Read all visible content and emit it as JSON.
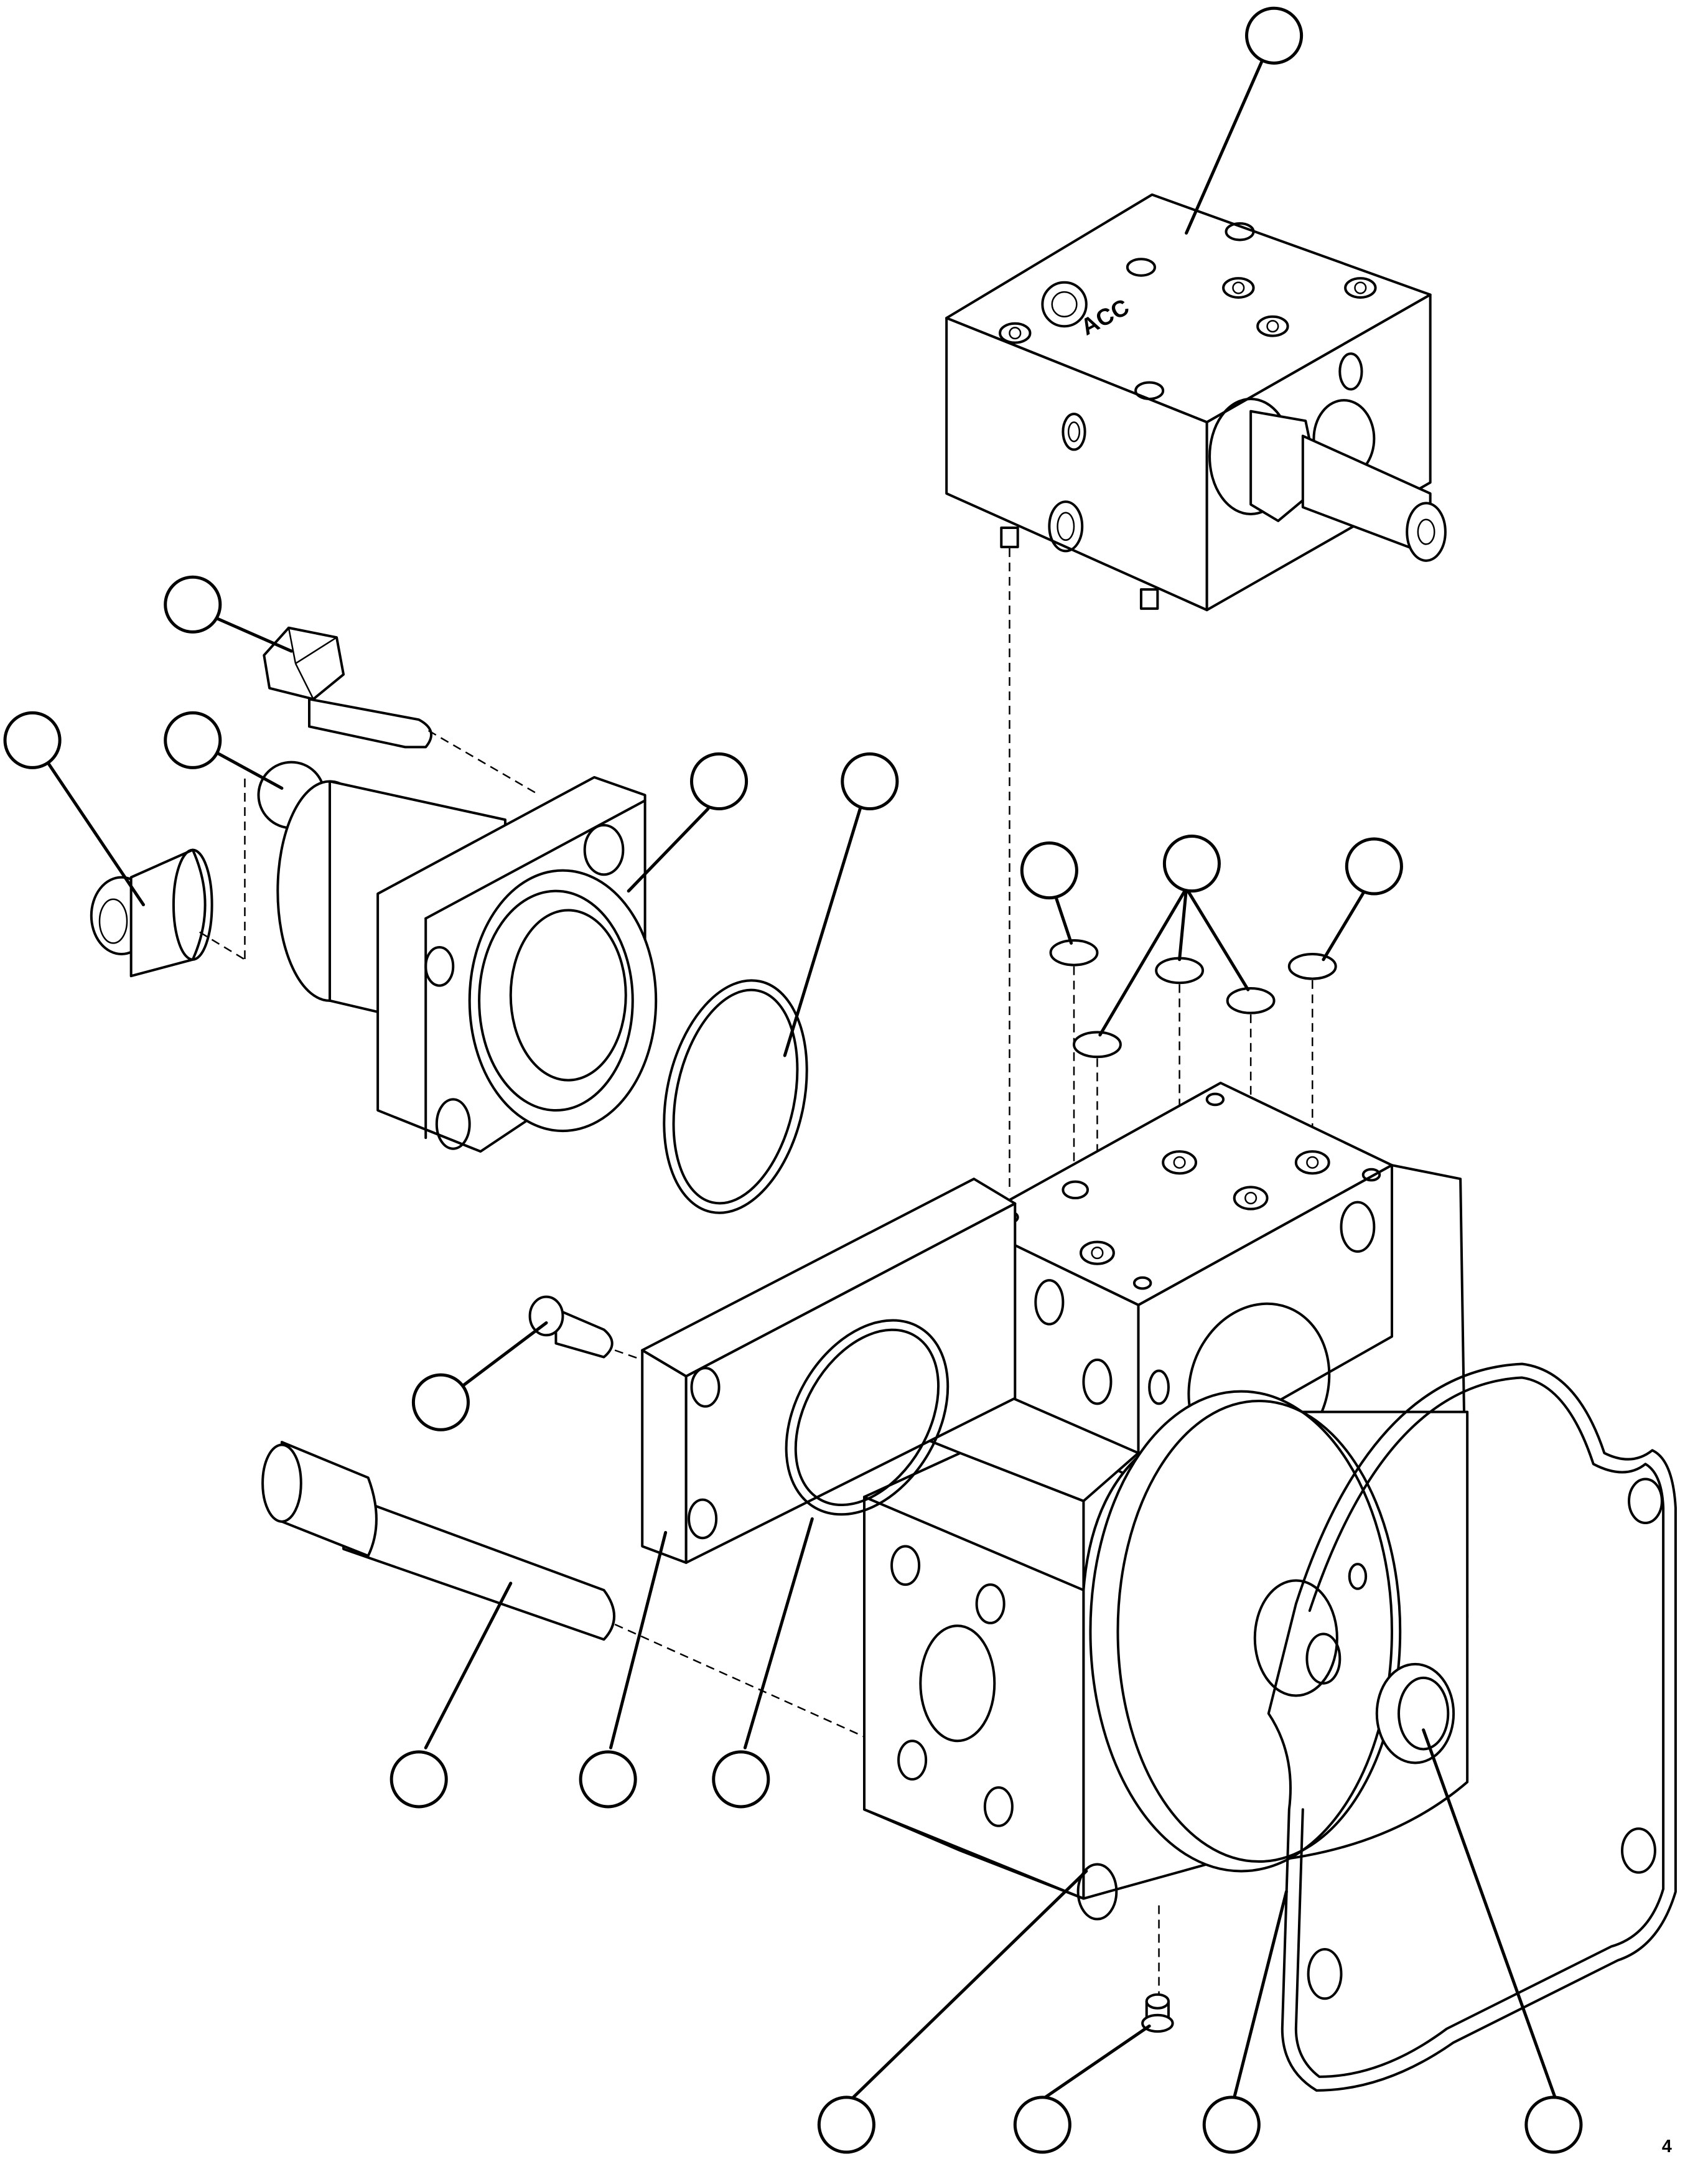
{
  "block_marking": "ACC",
  "sheet_code": "4",
  "callouts": [
    {
      "id": "callout-top-valve-block"
    },
    {
      "id": "callout-fitting-bolt"
    },
    {
      "id": "callout-plug"
    },
    {
      "id": "callout-small-oring"
    },
    {
      "id": "callout-flange-adapter"
    },
    {
      "id": "callout-large-oring"
    },
    {
      "id": "callout-seal-left"
    },
    {
      "id": "callout-seal-center"
    },
    {
      "id": "callout-seal-right"
    },
    {
      "id": "callout-capscrew"
    },
    {
      "id": "callout-pin"
    },
    {
      "id": "callout-plate"
    },
    {
      "id": "callout-body-oring"
    },
    {
      "id": "callout-pump-housing"
    },
    {
      "id": "callout-drain-plug"
    },
    {
      "id": "callout-gasket"
    },
    {
      "id": "callout-shaft-seal"
    }
  ]
}
